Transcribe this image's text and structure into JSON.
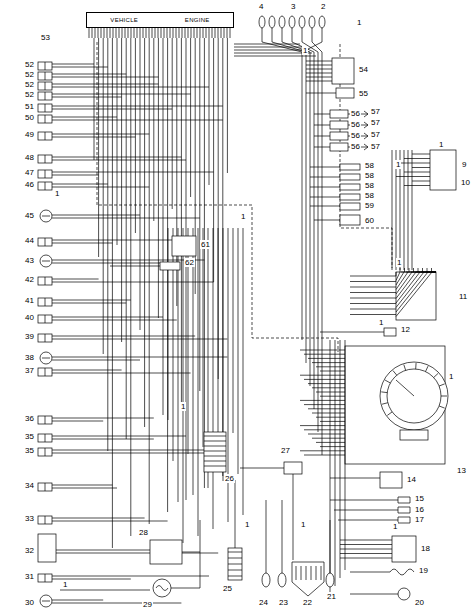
{
  "diagram": {
    "nodes": [
      {
        "text": [
          "VEHICLE",
          "ENGINE"
        ]
      }
    ],
    "labels": [
      "53",
      "4",
      "3",
      "2",
      "1",
      "52",
      "52",
      "52",
      "52",
      "51",
      "50",
      "49",
      "48",
      "47",
      "46",
      "1",
      "45",
      "44",
      "43",
      "42",
      "41",
      "40",
      "39",
      "38",
      "37",
      "36",
      "35",
      "35",
      "34",
      "33",
      "32",
      "31",
      "1",
      "30",
      "54",
      "55",
      "56",
      "56",
      "56",
      "56",
      "57",
      "57",
      "57",
      "57",
      "58",
      "58",
      "58",
      "58",
      "59",
      "60",
      "9",
      "10",
      "1",
      "1",
      "11",
      "1",
      "12",
      "1",
      "13",
      "14",
      "15",
      "16",
      "17",
      "18",
      "1",
      "19",
      "20",
      "21",
      "22",
      "23",
      "24",
      "25",
      "26",
      "27",
      "28",
      "29",
      "61",
      "62",
      "1",
      "1",
      "1",
      "1",
      "1",
      "1"
    ]
  }
}
